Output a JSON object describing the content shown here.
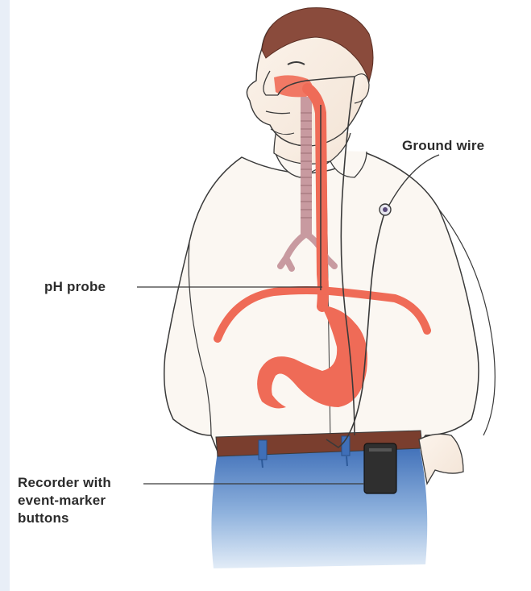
{
  "labels": {
    "ground_wire": "Ground wire",
    "ph_probe": "pH probe",
    "recorder": "Recorder with\nevent-marker\nbuttons"
  },
  "colors": {
    "skin": "#fbf3ea",
    "hair": "#8a4b3c",
    "organ": "#ef6b57",
    "trachea": "#c89aa0",
    "belt": "#7a3e2e",
    "jeans_top": "#3f6fb8",
    "jeans_bottom": "#cfe0f2",
    "shirt": "#fbf7f2",
    "line": "#3a3a3a"
  },
  "icons": {
    "recorder": "recorder-device-icon",
    "electrode": "electrode-icon"
  }
}
